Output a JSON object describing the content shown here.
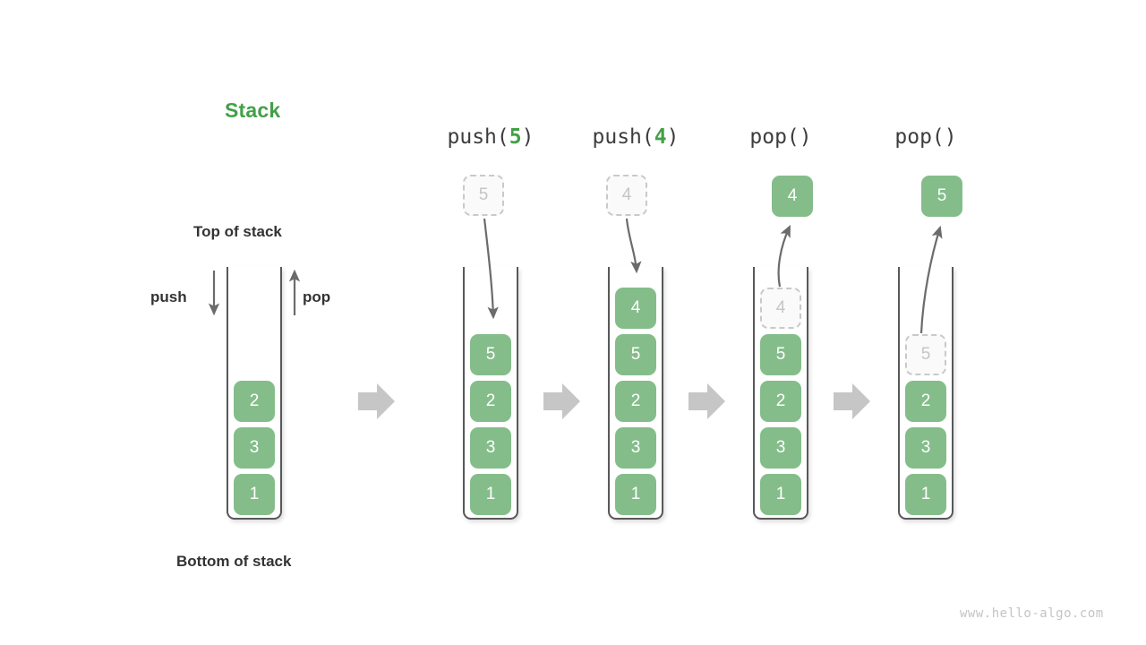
{
  "diagram": {
    "title": "Stack",
    "title_color": "#43a047",
    "top_label": "Top of stack",
    "bottom_label": "Bottom of stack",
    "push_label": "push",
    "pop_label": "pop",
    "watermark": "www.hello-algo.com",
    "colors": {
      "element_fill": "#84bd8a",
      "element_text": "#ffffff",
      "ghost_fill": "#fafafa",
      "ghost_border": "#c9c9c9",
      "ghost_text": "#c5c5c5",
      "container_stroke": "#585858",
      "arrow_gray": "#bdbdbd",
      "curve_stroke": "#666666",
      "accent": "#43a047"
    }
  },
  "steps": [
    {
      "name": "initial",
      "header": null,
      "header_op": null,
      "header_arg": null,
      "stack": [
        "2",
        "3",
        "1"
      ],
      "floating": null,
      "floating_state": null,
      "ghost_index": null
    },
    {
      "name": "push-5",
      "header_op": "push(",
      "header_arg": "5",
      "header_close": ")",
      "header": "push(5)",
      "stack": [
        "5",
        "2",
        "3",
        "1"
      ],
      "floating": "5",
      "floating_state": "ghost",
      "ghost_index": null,
      "arrow_dir": "down"
    },
    {
      "name": "push-4",
      "header_op": "push(",
      "header_arg": "4",
      "header_close": ")",
      "header": "push(4)",
      "stack": [
        "4",
        "5",
        "2",
        "3",
        "1"
      ],
      "floating": "4",
      "floating_state": "ghost",
      "ghost_index": null,
      "arrow_dir": "down"
    },
    {
      "name": "pop-1",
      "header_op": "pop(",
      "header_arg": "",
      "header_close": ")",
      "header": "pop()",
      "stack": [
        "4",
        "5",
        "2",
        "3",
        "1"
      ],
      "floating": "4",
      "floating_state": "solid",
      "ghost_index": 0,
      "arrow_dir": "up"
    },
    {
      "name": "pop-2",
      "header_op": "pop(",
      "header_arg": "",
      "header_close": ")",
      "header": "pop()",
      "stack": [
        "5",
        "2",
        "3",
        "1"
      ],
      "floating": "5",
      "floating_state": "solid",
      "ghost_index": 0,
      "arrow_dir": "up"
    }
  ],
  "transitions": [
    {
      "name": "transition-arrow-1"
    },
    {
      "name": "transition-arrow-2"
    },
    {
      "name": "transition-arrow-3"
    },
    {
      "name": "transition-arrow-4"
    }
  ]
}
